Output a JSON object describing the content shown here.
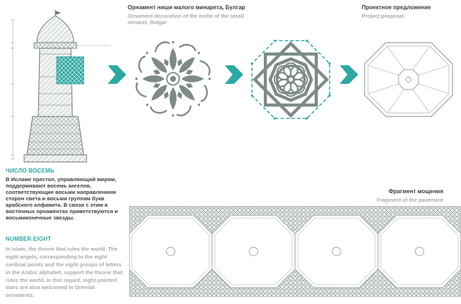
{
  "colors": {
    "accent_teal": "#2BA8A0",
    "ornament_gray": "#7D8A88",
    "text_dark": "#3C3C3C",
    "text_gray": "#A9A9A9"
  },
  "process": {
    "ornament_title_ru": "Орнамент ниши малого минарета, Булгар",
    "ornament_title_en": "Ornament decoration of the niche of the small minaret, Bulgar",
    "proposal_title_ru": "Проектное предложение",
    "proposal_title_en": "Project proposal"
  },
  "number_eight": {
    "heading_ru": "ЧИСЛО ВОСЕМЬ",
    "body_ru": "В Исламе престол, управляющий миром, поддерживают восемь ангелов, соответствующие восьми направлениям сторон света и восьми группам букв арабского алфавита. В связи с этим в восточных орнаментах приветствуются и восьмиконечные звезды.",
    "heading_en": "NUMBER EIGHT",
    "body_en": "In Islam, the throne that rules the world, The eight angels, corresponding to the eight cardinal points and the eight groups of letters in the Arabic alphabet, support the throne that rules the world. In this regard, eight-pointed stars are also welcomed in Oriental ornaments."
  },
  "pavement": {
    "title_ru": "Фрагмент мощения",
    "title_en": "Fragment of the pavement"
  }
}
